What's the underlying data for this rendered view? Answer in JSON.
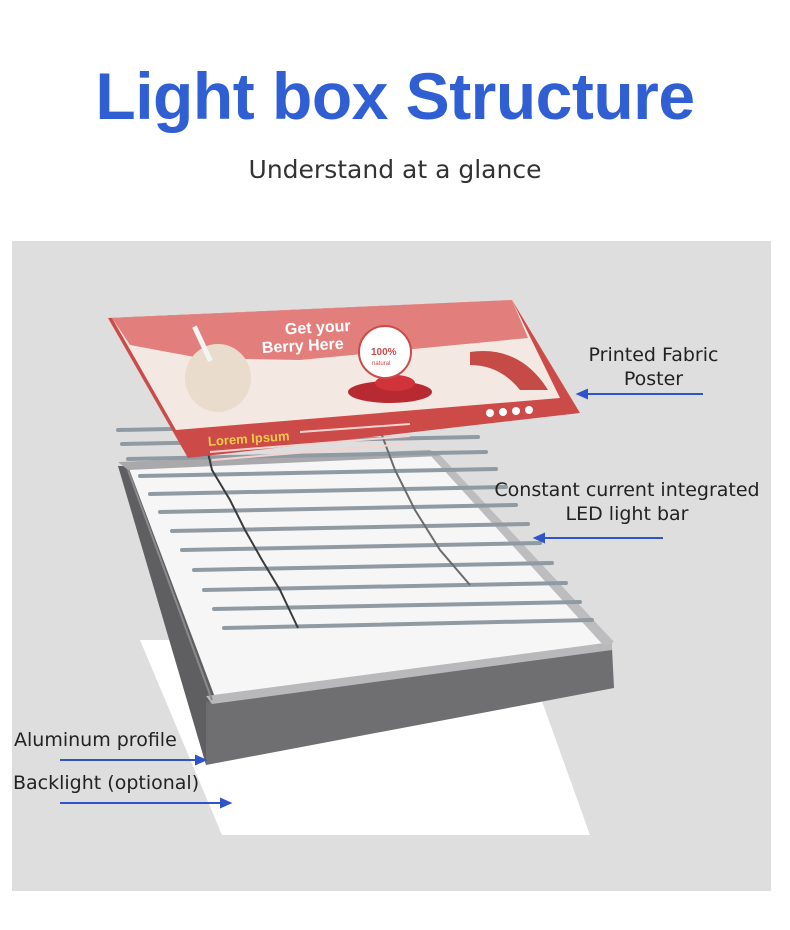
{
  "header": {
    "title": "Light box Structure",
    "subtitle": "Understand at a glance"
  },
  "labels": {
    "poster": {
      "line1": "Printed Fabric",
      "line2": "Poster"
    },
    "led": {
      "line1": "Constant current integrated",
      "line2": "LED light bar"
    },
    "aluminum": "Aluminum profile",
    "backlight": "Backlight (optional)"
  },
  "poster_art": {
    "headline_line1": "Get your",
    "headline_line2": "Berry Here",
    "badge_line1": "100%",
    "badge_line2": "natural",
    "lorem_title": "Lorem Ipsum"
  },
  "colors": {
    "title": "#2f5fd2",
    "arrow": "#2f54c8",
    "poster_red": "#cc4a47",
    "poster_pink": "#f0b9b4",
    "frame_gray": "#6f6f72"
  }
}
